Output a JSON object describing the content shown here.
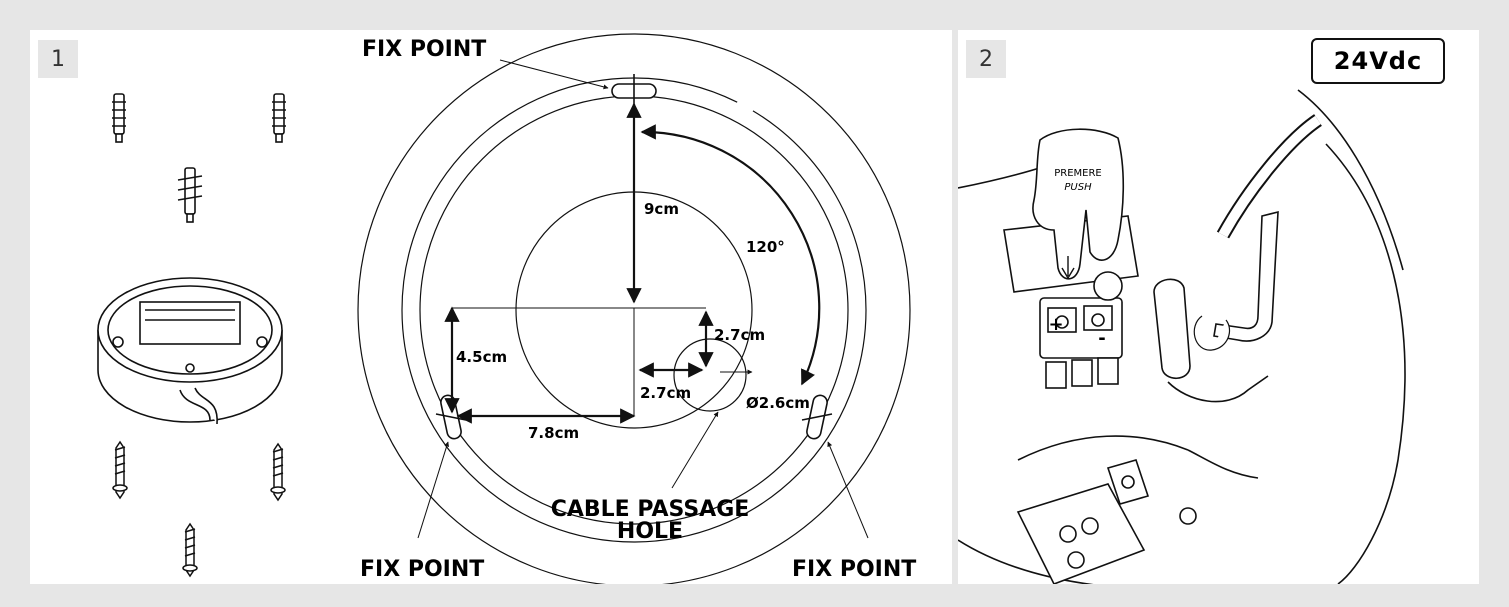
{
  "step1": {
    "number": "1",
    "fix_point_top": "FIX POINT",
    "fix_point_left": "FIX POINT",
    "fix_point_right": "FIX POINT",
    "cable_hole_line1": "CABLE PASSAGE",
    "cable_hole_line2": "HOLE",
    "dim_9cm": "9cm",
    "dim_120deg": "120°",
    "dim_27cm_v": "2.7cm",
    "dim_27cm_h": "2.7cm",
    "dim_45cm": "4.5cm",
    "dim_78cm": "7.8cm",
    "dim_diameter": "Ø2.6cm"
  },
  "step2": {
    "number": "2",
    "voltage": "24Vdc",
    "press_label_it": "PREMERE",
    "press_label_en": "PUSH",
    "plus": "+",
    "minus": "-"
  },
  "colors": {
    "background": "#e6e6e6",
    "panel": "#ffffff",
    "line": "#111111"
  }
}
